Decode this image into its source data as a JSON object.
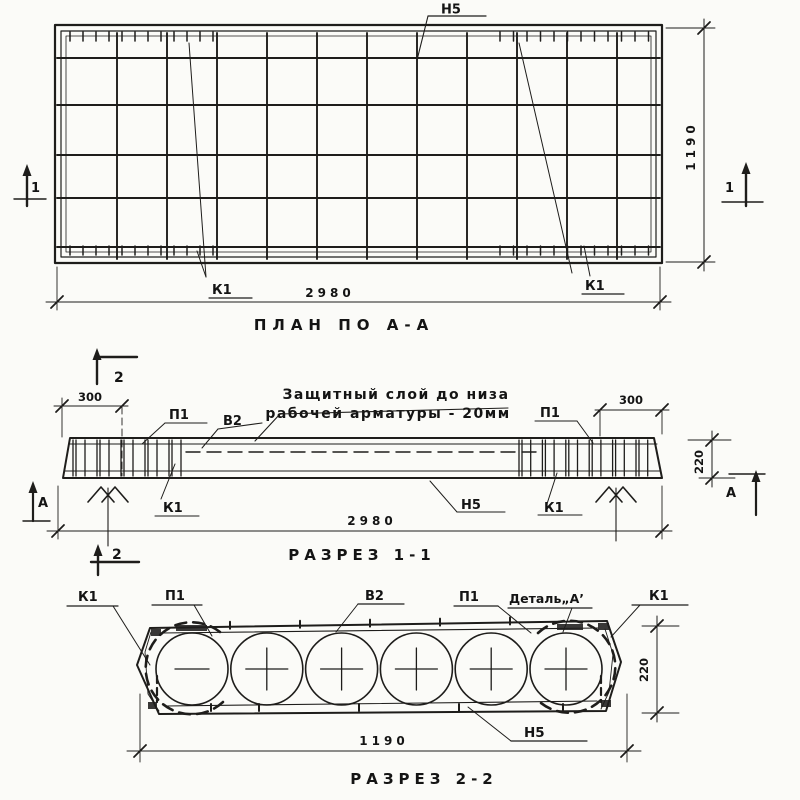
{
  "drawing": {
    "plan": {
      "title": "ПЛАН ПО А-А",
      "label_h5": "Н5",
      "label_k1_left": "К1",
      "label_k1_right": "К1",
      "dim_length": "2980",
      "dim_width": "1190",
      "section_mark_left": "1",
      "section_mark_right": "1"
    },
    "section_1_1": {
      "title": "РАЗРЕЗ 1-1",
      "note_line1": "Защитный слой до низа",
      "note_line2": "рабочей арматуры - 20мм",
      "label_p1_left": "П1",
      "label_v2": "В2",
      "label_p1_right": "П1",
      "label_k1_left": "К1",
      "label_h5": "Н5",
      "label_k1_right": "К1",
      "dim_bearing_left": "300",
      "dim_bearing_right": "300",
      "dim_height": "220",
      "dim_length": "2980",
      "section_mark_top": "2",
      "section_mark_bottom": "2",
      "view_mark_left": "А",
      "view_mark_right": "А"
    },
    "section_2_2": {
      "title": "РАЗРЕЗ 2-2",
      "label_k1_left": "К1",
      "label_p1_left": "П1",
      "label_v2": "В2",
      "label_p1_right": "П1",
      "label_detail": "Деталь„А’",
      "label_k1_right": "К1",
      "label_h5": "Н5",
      "dim_width": "1190",
      "dim_height": "220"
    }
  }
}
